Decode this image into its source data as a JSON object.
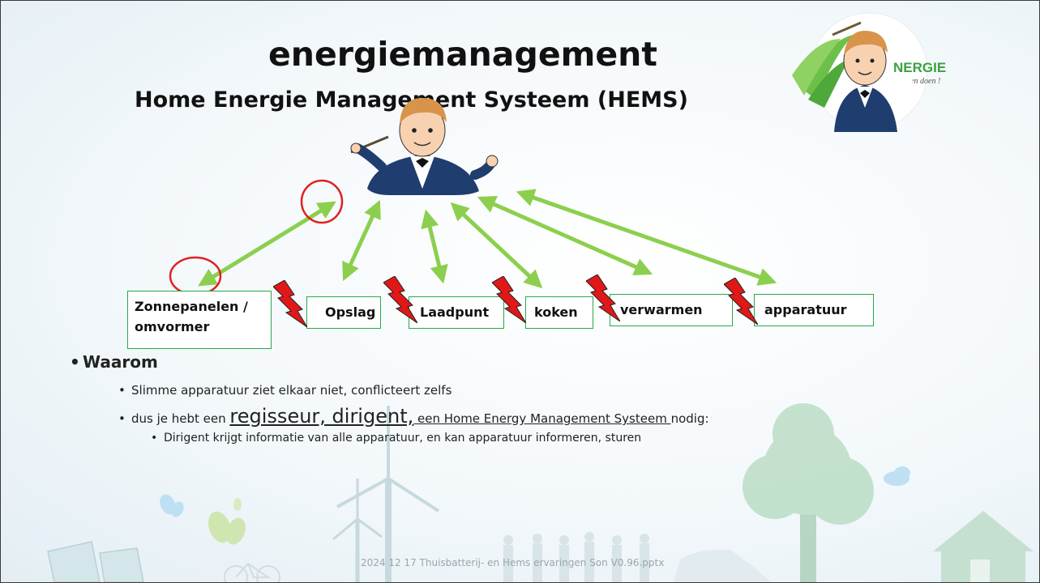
{
  "title": "energiemanagement",
  "subtitle": "Home Energie Management Systeem (HEMS)",
  "logo": {
    "text_main": "NERGIE",
    "text_sub": "samen doen !"
  },
  "nodes": [
    {
      "id": "zonnepanelen",
      "line1": "Zonnepanelen /",
      "line2": "omvormer"
    },
    {
      "id": "opslag",
      "line1": "Opslag"
    },
    {
      "id": "laadpunt",
      "line1": "Laadpunt"
    },
    {
      "id": "koken",
      "line1": "koken"
    },
    {
      "id": "verwarmen",
      "line1": "verwarmen"
    },
    {
      "id": "apparatuur",
      "line1": "apparatuur"
    }
  ],
  "bullets": {
    "heading": "Waarom",
    "item1": "Slimme apparatuur ziet elkaar niet, conflicteert zelfs",
    "item2_prefix": "dus je hebt een ",
    "item2_emph": "regisseur, dirigent,",
    "item2_mid": " een Home Energy Management Systeem ",
    "item2_suffix": "nodig:",
    "item3": "Dirigent krijgt informatie van alle apparatuur, en kan apparatuur informeren, sturen"
  },
  "footer": "2024 12 17 Thuisbatterij- en Hems ervaringen Son V0.96.pptx",
  "colors": {
    "arrow": "#8ccf4e",
    "node_border": "#2aa84a",
    "circle": "#e02020",
    "bolt": "#e01818",
    "conductor_jacket": "#1f3d6e"
  }
}
